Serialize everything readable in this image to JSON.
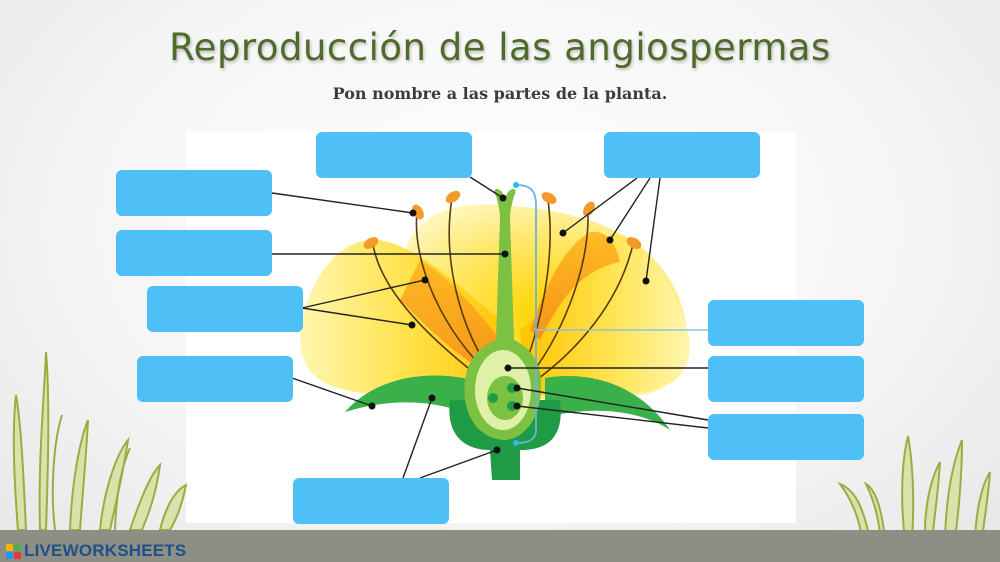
{
  "header": {
    "title": "Reproducción de las angiospermas",
    "subtitle": "Pon nombre a las partes de la planta."
  },
  "worksheet": {
    "answer_boxes": [
      {
        "id": "box-1",
        "position": "top-center",
        "value": ""
      },
      {
        "id": "box-2",
        "position": "top-right",
        "value": ""
      },
      {
        "id": "box-3",
        "position": "left-1",
        "value": ""
      },
      {
        "id": "box-4",
        "position": "left-2",
        "value": ""
      },
      {
        "id": "box-5",
        "position": "left-3",
        "value": ""
      },
      {
        "id": "box-6",
        "position": "left-4",
        "value": ""
      },
      {
        "id": "box-7",
        "position": "bottom-center",
        "value": ""
      },
      {
        "id": "box-8",
        "position": "right-1",
        "value": ""
      },
      {
        "id": "box-9",
        "position": "right-2",
        "value": ""
      },
      {
        "id": "box-10",
        "position": "right-3",
        "value": ""
      }
    ],
    "box_color": "#4fc0f6"
  },
  "footer": {
    "brand": "LIVEWORKSHEETS",
    "logo_letters": [
      "L",
      "I",
      "V",
      "E"
    ]
  },
  "colors": {
    "title": "#4f6b2a",
    "petal_light": "#fff3a0",
    "petal_mid": "#ffd21a",
    "petal_orange": "#f59a1e",
    "green_light": "#7cc142",
    "green_dark": "#1f9a45",
    "ground": "#8d8f84"
  }
}
